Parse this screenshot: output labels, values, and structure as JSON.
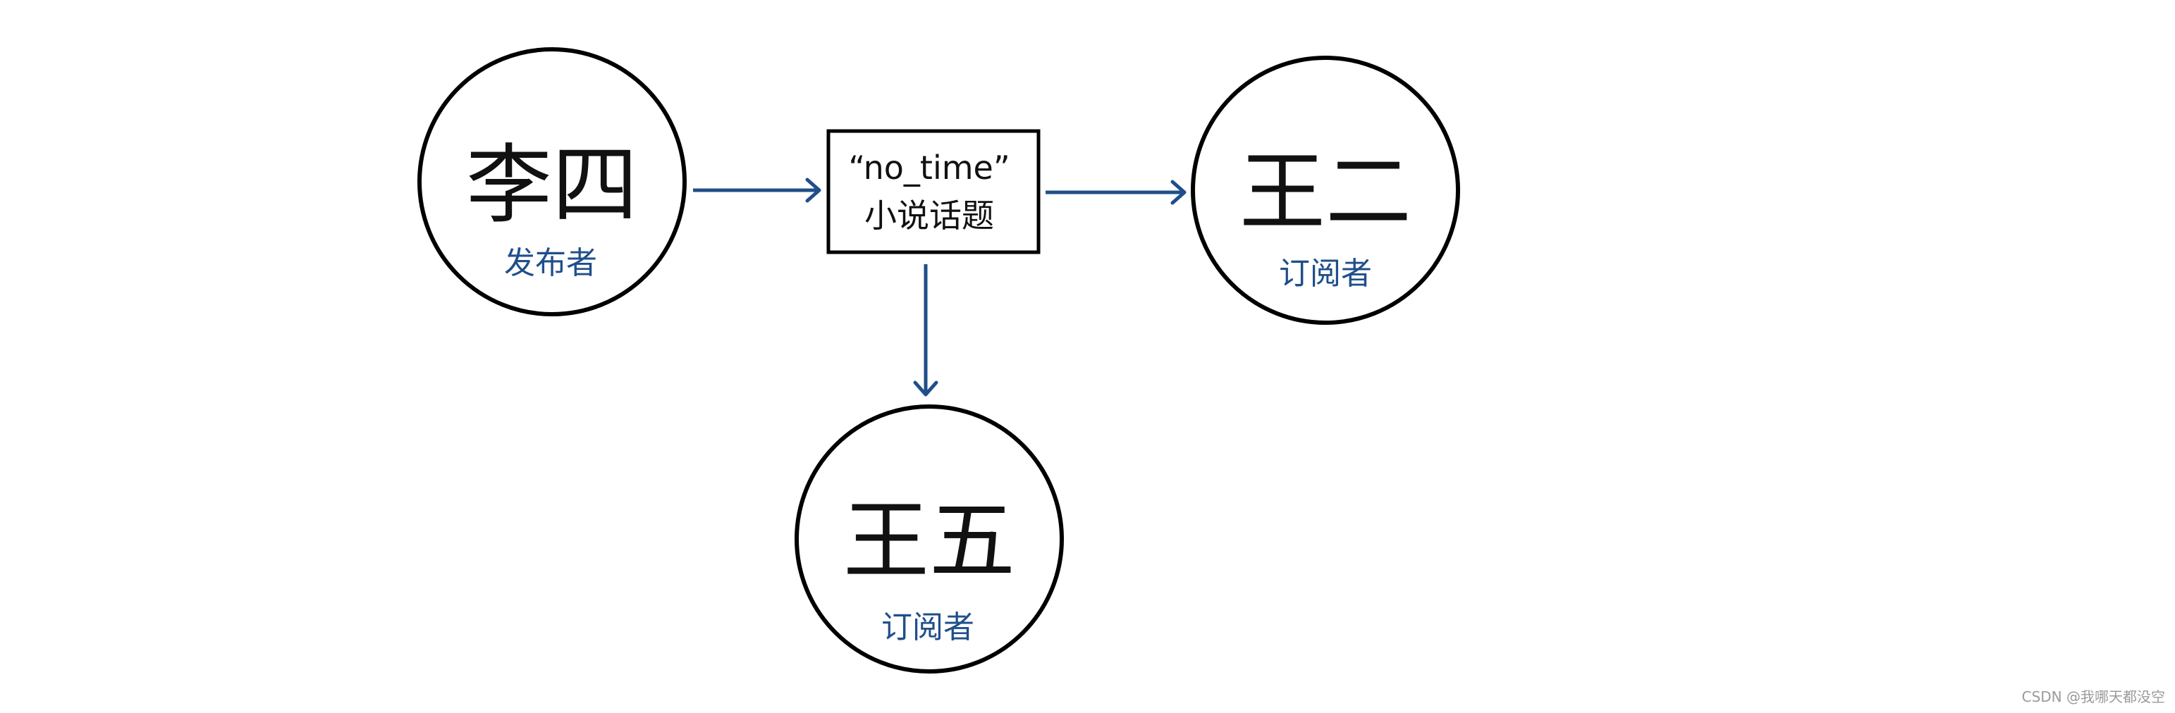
{
  "publisher": {
    "name": "李四",
    "role": "发布者"
  },
  "topic": {
    "line1": "“no_time”",
    "line2": "小说话题"
  },
  "subscriber_right": {
    "name": "王二",
    "role": "订阅者"
  },
  "subscriber_bottom": {
    "name": "王五",
    "role": "订阅者"
  },
  "watermark": "CSDN @我哪天都没空",
  "colors": {
    "arrow": "#1f4f8a",
    "role_text": "#1f4f8a",
    "outline": "#000000"
  }
}
